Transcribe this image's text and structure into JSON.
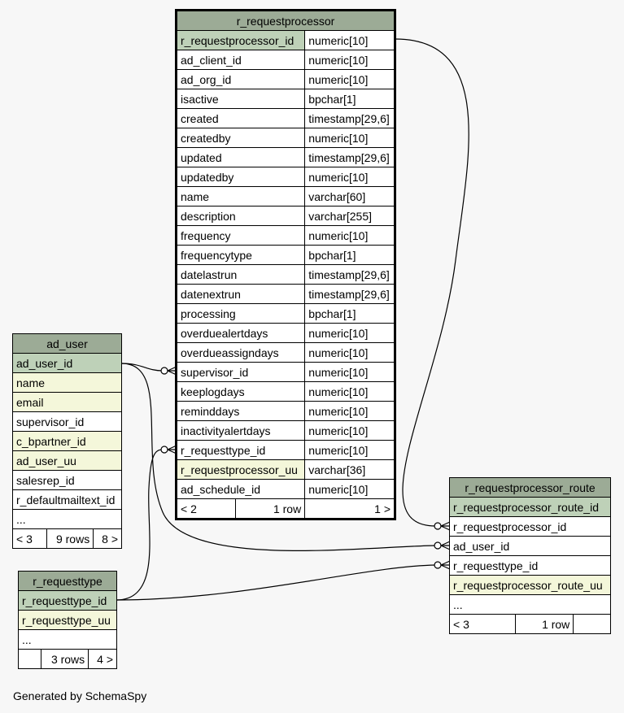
{
  "tables": {
    "r_requestprocessor": {
      "name": "r_requestprocessor",
      "columns": [
        {
          "name": "r_requestprocessor_id",
          "type": "numeric[10]",
          "kind": "pk"
        },
        {
          "name": "ad_client_id",
          "type": "numeric[10]",
          "kind": "normal"
        },
        {
          "name": "ad_org_id",
          "type": "numeric[10]",
          "kind": "normal"
        },
        {
          "name": "isactive",
          "type": "bpchar[1]",
          "kind": "normal"
        },
        {
          "name": "created",
          "type": "timestamp[29,6]",
          "kind": "normal"
        },
        {
          "name": "createdby",
          "type": "numeric[10]",
          "kind": "normal"
        },
        {
          "name": "updated",
          "type": "timestamp[29,6]",
          "kind": "normal"
        },
        {
          "name": "updatedby",
          "type": "numeric[10]",
          "kind": "normal"
        },
        {
          "name": "name",
          "type": "varchar[60]",
          "kind": "normal"
        },
        {
          "name": "description",
          "type": "varchar[255]",
          "kind": "normal"
        },
        {
          "name": "frequency",
          "type": "numeric[10]",
          "kind": "normal"
        },
        {
          "name": "frequencytype",
          "type": "bpchar[1]",
          "kind": "normal"
        },
        {
          "name": "datelastrun",
          "type": "timestamp[29,6]",
          "kind": "normal"
        },
        {
          "name": "datenextrun",
          "type": "timestamp[29,6]",
          "kind": "normal"
        },
        {
          "name": "processing",
          "type": "bpchar[1]",
          "kind": "normal"
        },
        {
          "name": "overduealertdays",
          "type": "numeric[10]",
          "kind": "normal"
        },
        {
          "name": "overdueassigndays",
          "type": "numeric[10]",
          "kind": "normal"
        },
        {
          "name": "supervisor_id",
          "type": "numeric[10]",
          "kind": "normal"
        },
        {
          "name": "keeplogdays",
          "type": "numeric[10]",
          "kind": "normal"
        },
        {
          "name": "reminddays",
          "type": "numeric[10]",
          "kind": "normal"
        },
        {
          "name": "inactivityalertdays",
          "type": "numeric[10]",
          "kind": "normal"
        },
        {
          "name": "r_requesttype_id",
          "type": "numeric[10]",
          "kind": "normal"
        },
        {
          "name": "r_requestprocessor_uu",
          "type": "varchar[36]",
          "kind": "idx"
        },
        {
          "name": "ad_schedule_id",
          "type": "numeric[10]",
          "kind": "normal"
        }
      ],
      "footer": {
        "parents": "< 2",
        "rows": "1 row",
        "children": "1 >"
      }
    },
    "ad_user": {
      "name": "ad_user",
      "columns": [
        {
          "name": "ad_user_id",
          "kind": "pk"
        },
        {
          "name": "name",
          "kind": "idx"
        },
        {
          "name": "email",
          "kind": "idx"
        },
        {
          "name": "supervisor_id",
          "kind": "normal"
        },
        {
          "name": "c_bpartner_id",
          "kind": "idx"
        },
        {
          "name": "ad_user_uu",
          "kind": "idx"
        },
        {
          "name": "salesrep_id",
          "kind": "normal"
        },
        {
          "name": "r_defaultmailtext_id",
          "kind": "normal"
        },
        {
          "name": "...",
          "kind": "normal"
        }
      ],
      "footer": {
        "parents": "< 3",
        "rows": "9 rows",
        "children": "8 >"
      }
    },
    "r_requesttype": {
      "name": "r_requesttype",
      "columns": [
        {
          "name": "r_requesttype_id",
          "kind": "pk"
        },
        {
          "name": "r_requesttype_uu",
          "kind": "idx"
        },
        {
          "name": "...",
          "kind": "normal"
        }
      ],
      "footer": {
        "parents": "",
        "rows": "3 rows",
        "children": "4 >"
      }
    },
    "r_requestprocessor_route": {
      "name": "r_requestprocessor_route",
      "columns": [
        {
          "name": "r_requestprocessor_route_id",
          "kind": "pk"
        },
        {
          "name": "r_requestprocessor_id",
          "kind": "normal"
        },
        {
          "name": "ad_user_id",
          "kind": "normal"
        },
        {
          "name": "r_requesttype_id",
          "kind": "normal"
        },
        {
          "name": "r_requestprocessor_route_uu",
          "kind": "idx"
        },
        {
          "name": "...",
          "kind": "normal"
        }
      ],
      "footer": {
        "parents": "< 3",
        "rows": "1 row",
        "children": ""
      }
    }
  },
  "colors": {
    "title": "#9cab96",
    "pk": "#bed1b8",
    "idx": "#f4f7da",
    "normal": "#ffffff"
  },
  "generated_by": "Generated by SchemaSpy"
}
